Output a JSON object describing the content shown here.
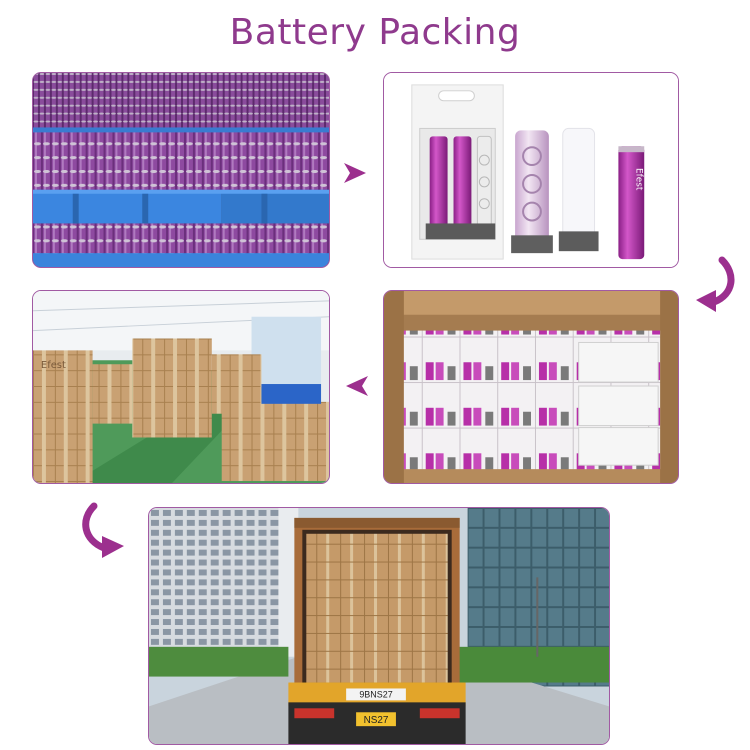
{
  "header": {
    "title": "Battery Packing"
  },
  "brand": {
    "name": "Efest"
  },
  "truck": {
    "plate_top": "9BNS27",
    "plate_bottom": "NS27"
  },
  "colors": {
    "accent": "#8f3a8d",
    "arrow": "#9c2f8e",
    "cell_purple": "#7a3a8e",
    "tray_blue": "#2f7dd8",
    "cardboard": "#c9a173"
  },
  "photos": [
    {
      "id": "cells-in-trays"
    },
    {
      "id": "retail-blister-packs"
    },
    {
      "id": "warehouse-cartons"
    },
    {
      "id": "packed-shipping-carton"
    },
    {
      "id": "container-truck-loading"
    }
  ],
  "arrows": [
    "arrow-right-icon",
    "curved-arrow-down-icon",
    "arrow-left-icon",
    "curved-arrow-down-icon"
  ]
}
